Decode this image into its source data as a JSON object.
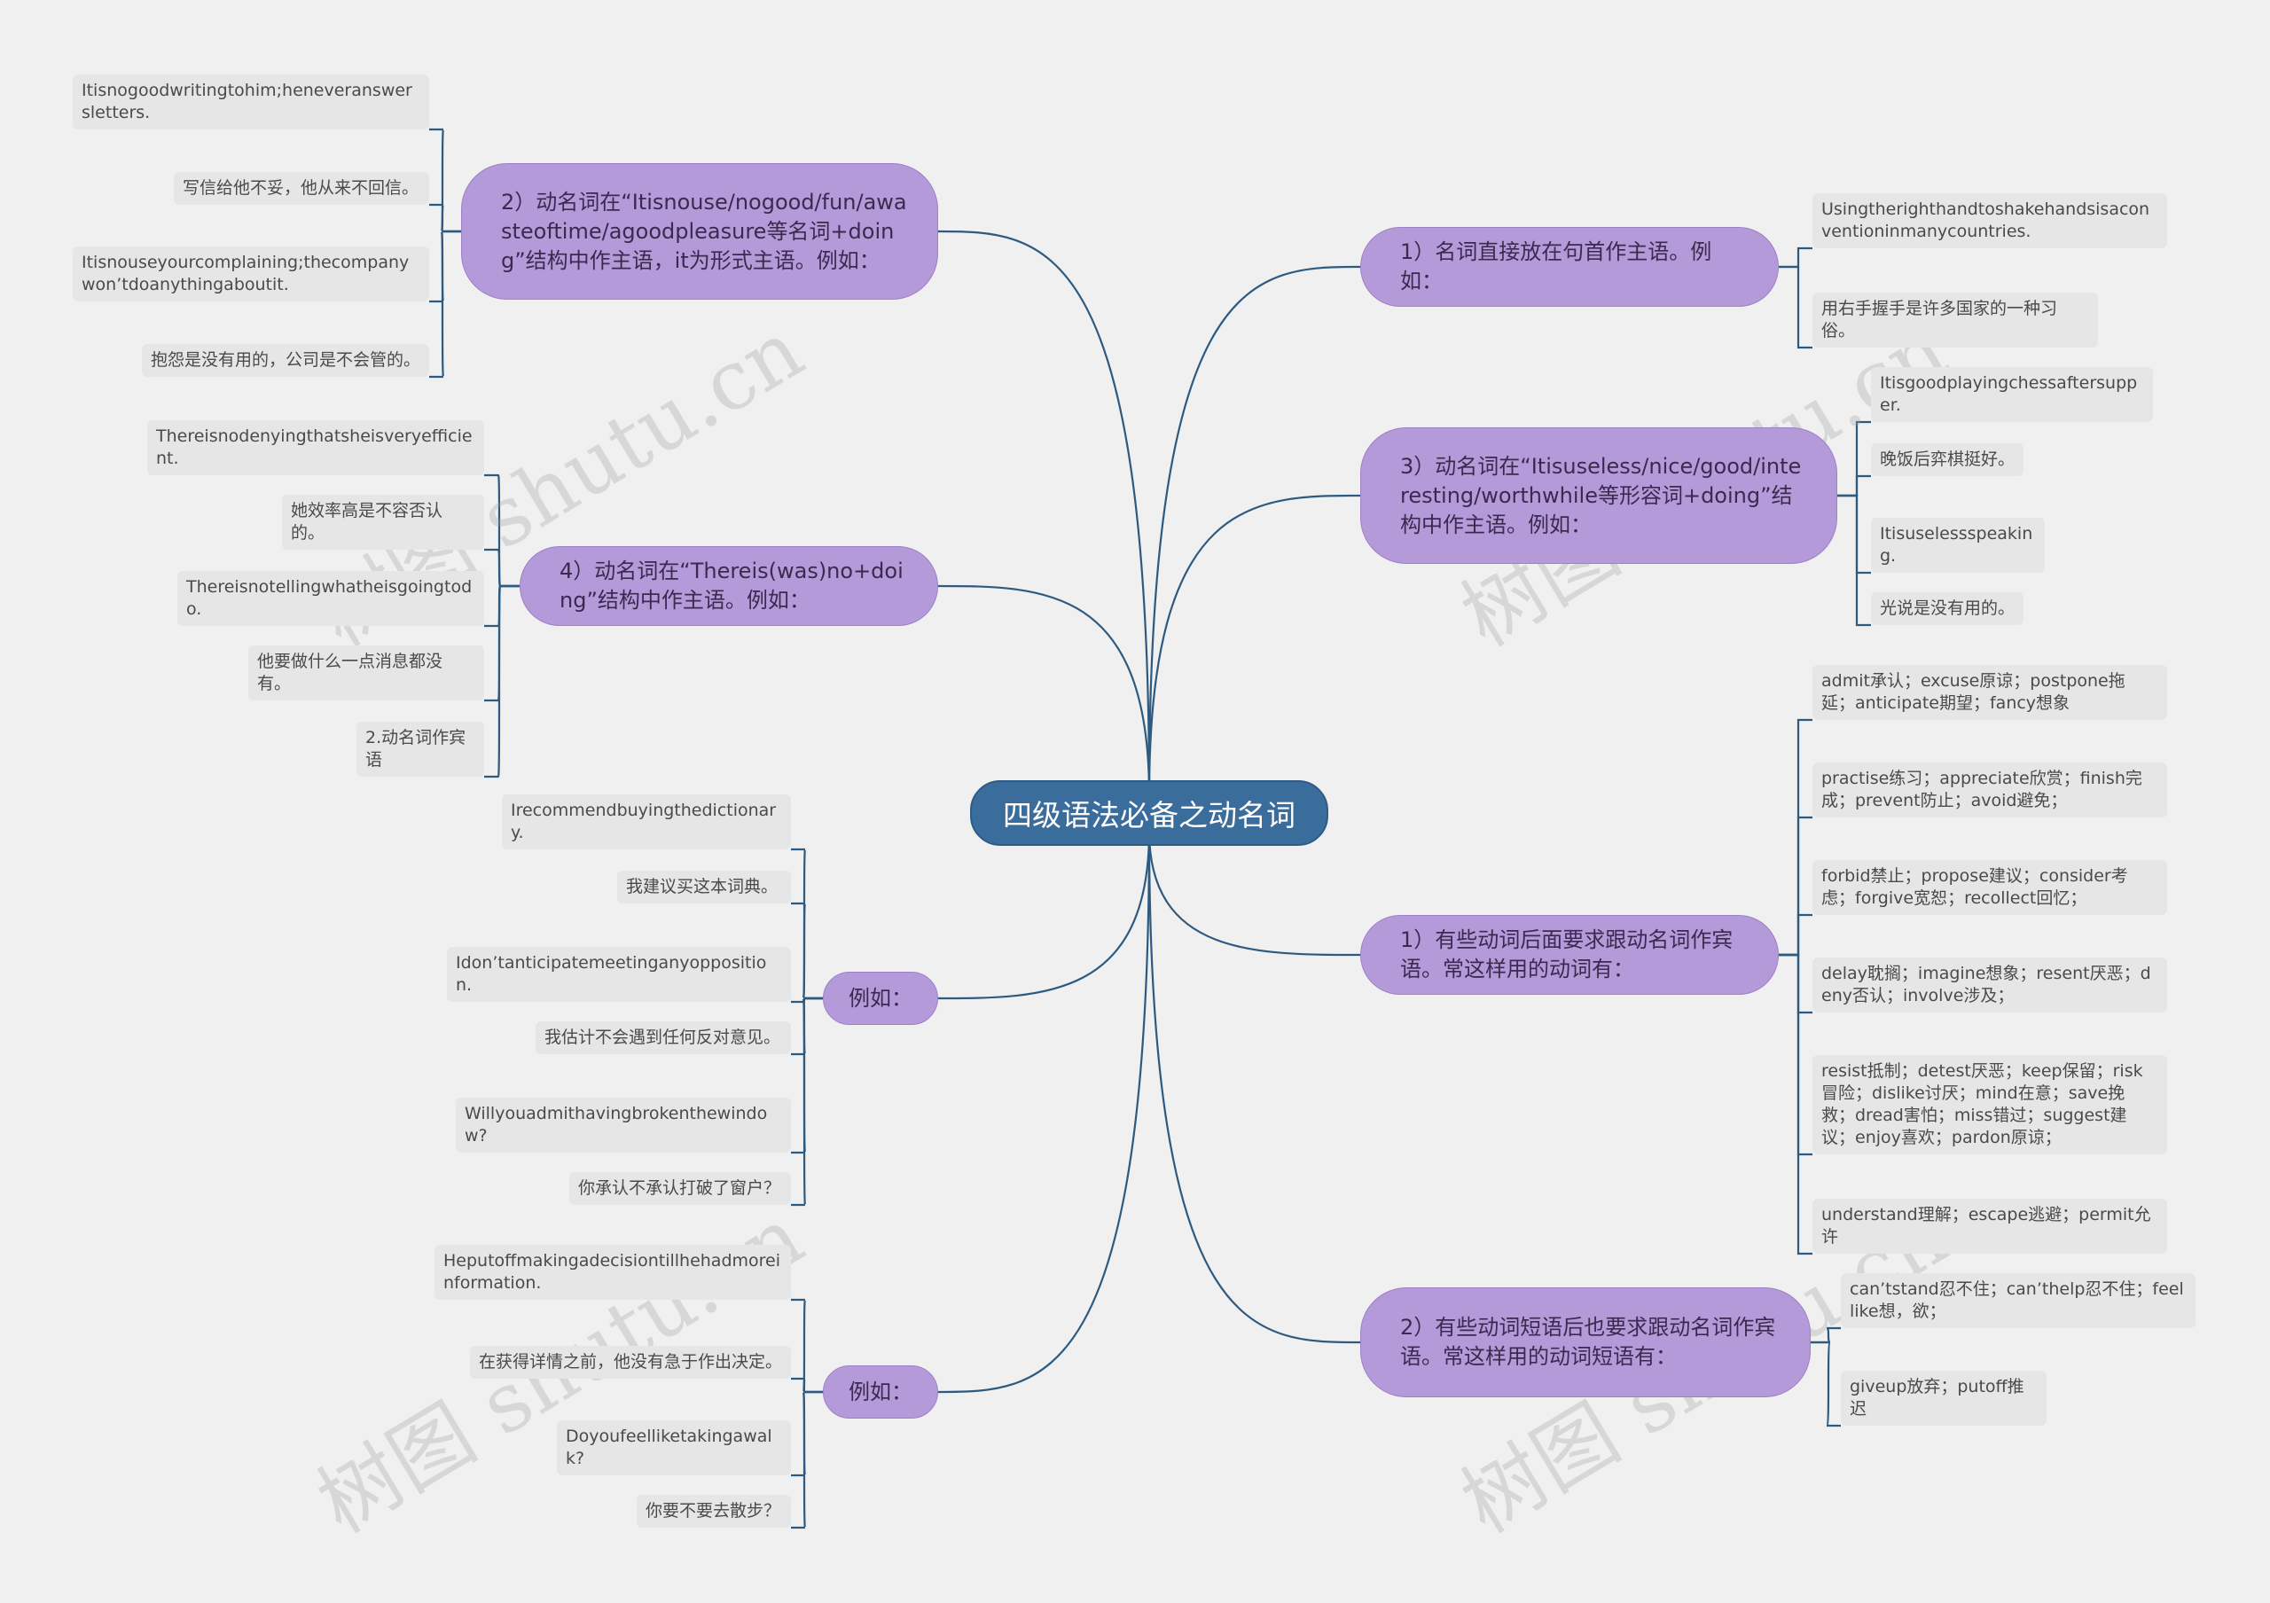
{
  "root": {
    "label": "四级语法必备之动名词"
  },
  "branches": {
    "left_1": {
      "label": "2）动名词在“Itisnouse/nogood/fun/awasteoftime/agoodpleasure等名词+doing”结构中作主语，it为形式主语。例如：",
      "leaves": [
        "Itisnogoodwritingtohim;heneveranswersletters.",
        "写信给他不妥，他从来不回信。",
        "Itisnouseyourcomplaining;thecompanywon’tdoanythingaboutit.",
        "抱怨是没有用的，公司是不会管的。"
      ]
    },
    "left_2": {
      "label": "4）动名词在“Thereis(was)no+doing”结构中作主语。例如：",
      "leaves": [
        "Thereisnodenyingthatsheisveryefficient.",
        "她效率高是不容否认的。",
        "Thereisnotellingwhatheisgoingtodo.",
        "他要做什么一点消息都没有。",
        "2.动名词作宾语"
      ]
    },
    "left_3": {
      "label": "例如：",
      "leaves": [
        "Irecommendbuyingthedictionary.",
        "我建议买这本词典。",
        "Idon’tanticipatemeetinganyopposition.",
        "我估计不会遇到任何反对意见。",
        "Willyouadmithavingbrokenthewindow?",
        "你承认不承认打破了窗户？"
      ]
    },
    "left_4": {
      "label": "例如：",
      "leaves": [
        "Heputoffmakingadecisiontillhehadmoreinformation.",
        "在获得详情之前，他没有急于作出决定。",
        "Doyoufeelliketakingawalk?",
        "你要不要去散步？"
      ]
    },
    "right_1": {
      "label": "1）名词直接放在句首作主语。例如：",
      "leaves": [
        "Usingtherighthandtoshakehandsisaconventioninmanycountries.",
        "用右手握手是许多国家的一种习俗。"
      ]
    },
    "right_2": {
      "label": "3）动名词在“Itisuseless/nice/good/interesting/worthwhile等形容词+doing”结构中作主语。例如：",
      "leaves": [
        "Itisgoodplayingchessaftersupper.",
        "晚饭后弈棋挺好。",
        "Itisuselessspeaking.",
        "光说是没有用的。"
      ]
    },
    "right_3": {
      "label": "1）有些动词后面要求跟动名词作宾语。常这样用的动词有：",
      "leaves": [
        "admit承认；excuse原谅；postpone拖延；anticipate期望；fancy想象",
        "practise练习；appreciate欣赏；finish完成；prevent防止；avoid避免；",
        "forbid禁止；propose建议；consider考虑；forgive宽恕；recollect回忆；",
        "delay耽搁；imagine想象；resent厌恶；deny否认；involve涉及；",
        "resist抵制；detest厌恶；keep保留；risk冒险；dislike讨厌；mind在意；save挽救；dread害怕；miss错过；suggest建议；enjoy喜欢；pardon原谅；",
        "understand理解；escape逃避；permit允许"
      ]
    },
    "right_4": {
      "label": "2）有些动词短语后也要求跟动名词作宾语。常这样用的动词短语有：",
      "leaves": [
        "can’tstand忍不住；can’thelp忍不住；feellike想，欲；",
        "giveup放弃；putoff推迟"
      ]
    }
  },
  "watermark": "树图 shutu.cn",
  "colors": {
    "background": "#f0f0f0",
    "root_fill": "#3b6d9c",
    "branch_fill": "#b59ad9",
    "leaf_fill": "#e6e6e6",
    "connector": "#2d5a80"
  }
}
